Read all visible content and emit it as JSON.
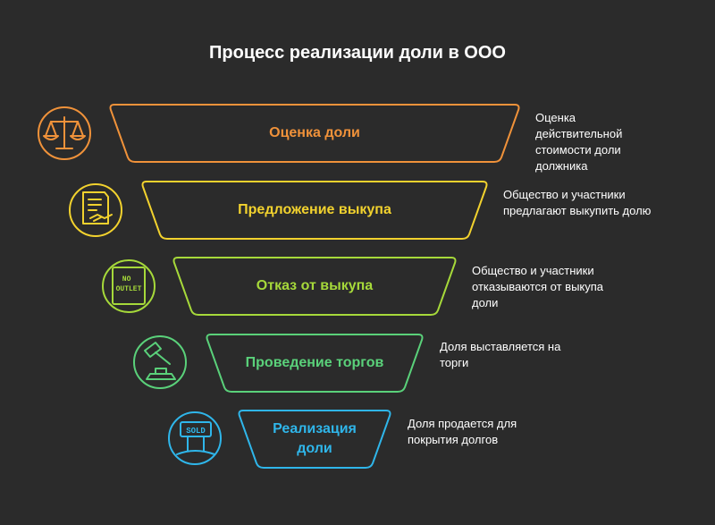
{
  "title": "Процесс реализации доли в ООО",
  "stages": [
    {
      "label": "Оценка доли",
      "description": "Оценка действительной стоимости доли должника",
      "icon": "scales-icon",
      "color": "#f0923a"
    },
    {
      "label": "Предложение выкупа",
      "description": "Общество и участники предлагают выкупить долю",
      "icon": "contract-handshake-icon",
      "color": "#f2d22e"
    },
    {
      "label": "Отказ от выкупа",
      "description": "Общество и участники отказываются от выкупа доли",
      "icon": "no-outlet-sign-icon",
      "icon_text": "NO OUTLET",
      "color": "#a6d93a"
    },
    {
      "label": "Проведение торгов",
      "description": "Доля выставляется на торги",
      "icon": "auction-gavel-icon",
      "color": "#5ad17a"
    },
    {
      "label": "Реализация доли",
      "description": "Доля продается для покрытия долгов",
      "icon": "sold-sign-icon",
      "icon_text": "SOLD",
      "color": "#2fb6ea"
    }
  ]
}
